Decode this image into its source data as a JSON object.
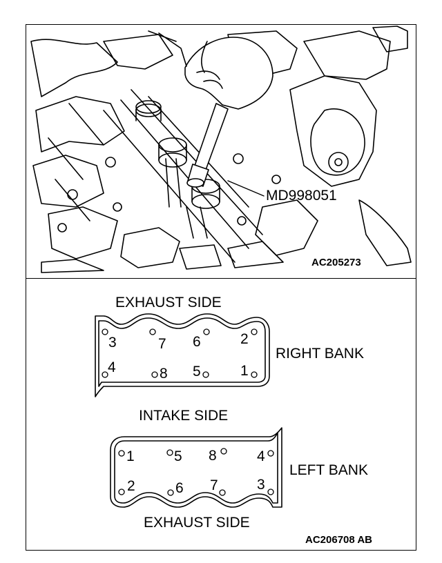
{
  "figure_top": {
    "tool_label": "MD998051",
    "figure_code": "AC205273"
  },
  "figure_bottom": {
    "figure_code": "AC206708 AB",
    "right_bank": {
      "top_side_label": "EXHAUST SIDE",
      "bottom_side_label": "INTAKE SIDE",
      "bank_label": "RIGHT BANK",
      "bolts_top_row": [
        "3",
        "7",
        "6",
        "2"
      ],
      "bolts_bottom_row": [
        "4",
        "8",
        "5",
        "1"
      ]
    },
    "left_bank": {
      "bottom_side_label": "EXHAUST SIDE",
      "bank_label": "LEFT BANK",
      "bolts_top_row": [
        "1",
        "5",
        "8",
        "4"
      ],
      "bolts_bottom_row": [
        "2",
        "6",
        "7",
        "3"
      ]
    }
  }
}
